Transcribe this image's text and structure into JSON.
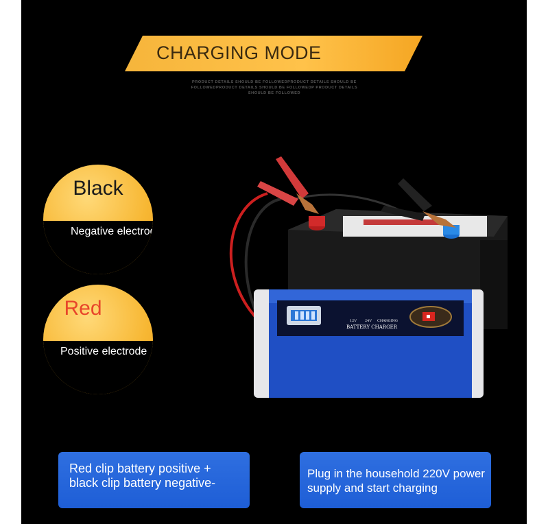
{
  "banner": {
    "title": "CHARGING MODE",
    "fine_print": "PRODUCT DETAILS SHOULD BE FOLLOWEDPRODUCT DETAILS SHOULD BE FOLLOWEDPRODUCT DETAILS SHOULD BE FOLLOWEDP PRODUCT DETAILS SHOULD BE FOLLOWED"
  },
  "clips": [
    {
      "color_name": "Black",
      "role": "Negative electrode"
    },
    {
      "color_name": "Red",
      "role": "Positive electrode"
    }
  ],
  "instructions": [
    "Red clip battery positive + black clip battery negative-",
    "Plug in the household 220V power supply and start charging"
  ],
  "charger": {
    "indicators": [
      "12V",
      "24V",
      "CHARGING"
    ],
    "label": "BATTERY CHARGER"
  },
  "colors": {
    "background": "#000000",
    "accent": "#f7b733",
    "info_box": "#2563d8",
    "charger_body": "#1f4fc4"
  }
}
